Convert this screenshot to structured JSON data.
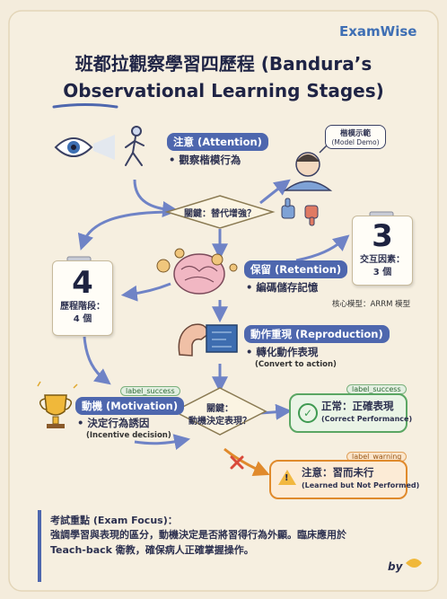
{
  "brand": "ExamWise",
  "title": {
    "line1": "班都拉觀察學習四歷程 (Bandura’s",
    "line2": "Observational Learning Stages)"
  },
  "attention": {
    "label": "注意 (Attention)",
    "bullet": "• 觀察楷模行為",
    "model_demo_cn": "楷模示範",
    "model_demo_en": "(Model Demo)"
  },
  "key1": {
    "text": "關鍵：替代增強？"
  },
  "retention": {
    "label": "保留 (Retention)",
    "bullet": "• 編碼儲存記憶"
  },
  "card_three": {
    "number": "3",
    "label_line1": "交互因素：",
    "label_line2": "3 個",
    "caption": "核心模型：ARRM 模型"
  },
  "card_four": {
    "number": "4",
    "label_line1": "歷程階段：",
    "label_line2": "4 個"
  },
  "reproduction": {
    "label": "動作重現 (Reproduction)",
    "bullet": "• 轉化動作表現",
    "sub": "(Convert to action)"
  },
  "motivation": {
    "tag": "label_success",
    "label": "動機 (Motivation)",
    "bullet": "• 決定行為誘因",
    "sub": "(Incentive decision)"
  },
  "key2": {
    "line1": "關鍵：",
    "line2": "動機決定表現？"
  },
  "normal": {
    "tag": "label_success",
    "title": "正常：正確表現",
    "sub": "(Correct Performance)"
  },
  "warning": {
    "tag": "label_warning",
    "title": "注意：習而未行",
    "sub": "(Learned but Not Performed)"
  },
  "focus": {
    "title": "考試重點 (Exam Focus)：",
    "line1": "強調學習與表現的區分，動機決定是否將習得行為外顯。臨床應用於",
    "line2": "Teach-back 衛教，確保病人正確掌握操作。"
  },
  "signature": "by",
  "colors": {
    "accent": "#4e67ae",
    "success": "#3f9a52",
    "warning": "#e08a2c",
    "paper": "#f4ecdc"
  }
}
